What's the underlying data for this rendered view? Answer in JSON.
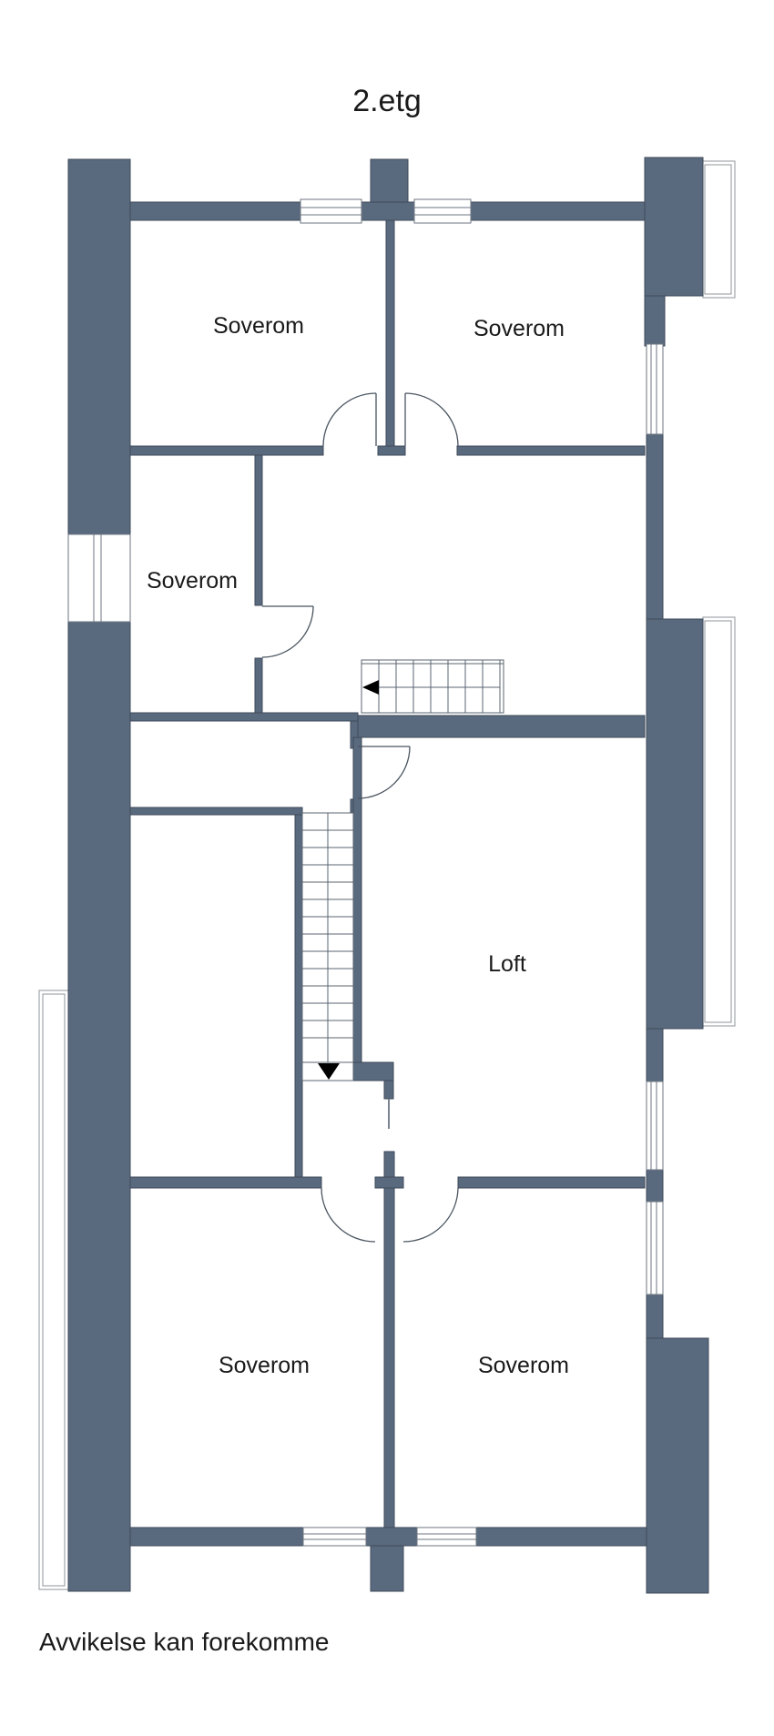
{
  "title": "2.etg",
  "footer": "Avvikelse kan forekomme",
  "rooms": [
    {
      "id": "soverom-top-left",
      "label": "Soverom"
    },
    {
      "id": "soverom-top-right",
      "label": "Soverom"
    },
    {
      "id": "soverom-middle-left",
      "label": "Soverom"
    },
    {
      "id": "loft",
      "label": "Loft"
    },
    {
      "id": "soverom-bottom-left",
      "label": "Soverom"
    },
    {
      "id": "soverom-bottom-right",
      "label": "Soverom"
    }
  ],
  "stairs": {
    "upper_run_direction": "left",
    "lower_run_direction": "down"
  },
  "colors": {
    "wall": "#5A6A7E",
    "wallline": "#3E4A59",
    "bg": "#FFFFFF",
    "line": "#6E7680",
    "balcline": "#8F959B",
    "text": "#1A1A1A",
    "arrow": "#000000"
  }
}
